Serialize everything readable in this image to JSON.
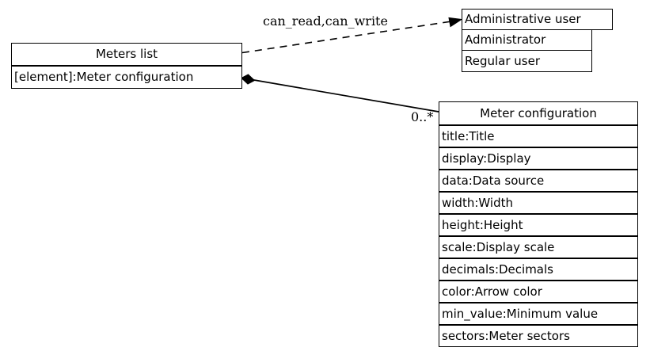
{
  "diagram": {
    "type": "uml-class-diagram",
    "background_color": "#ffffff",
    "stroke_color": "#000000",
    "classes": [
      {
        "id": "meters-list",
        "name": "Meters list",
        "attributes": [
          "[element]:Meter configuration"
        ]
      },
      {
        "id": "administrative-user",
        "name": "Administrative user",
        "attributes": [
          "Administrator",
          "Regular user"
        ]
      },
      {
        "id": "meter-configuration",
        "name": "Meter configuration",
        "attributes": [
          "title:Title",
          "display:Display",
          "data:Data source",
          "width:Width",
          "height:Height",
          "scale:Display scale",
          "decimals:Decimals",
          "color:Arrow color",
          "min_value:Minimum value",
          "sectors:Meter sectors"
        ]
      }
    ],
    "edges": [
      {
        "id": "permission-edge",
        "from": "meters-list",
        "to": "administrative-user",
        "style": "dashed",
        "arrow": "open-arrow",
        "label": "can_read,can_write"
      },
      {
        "id": "composition-edge",
        "from": "meters-list",
        "to": "meter-configuration",
        "style": "solid",
        "arrow": "filled-diamond",
        "label": "0..*"
      }
    ]
  }
}
